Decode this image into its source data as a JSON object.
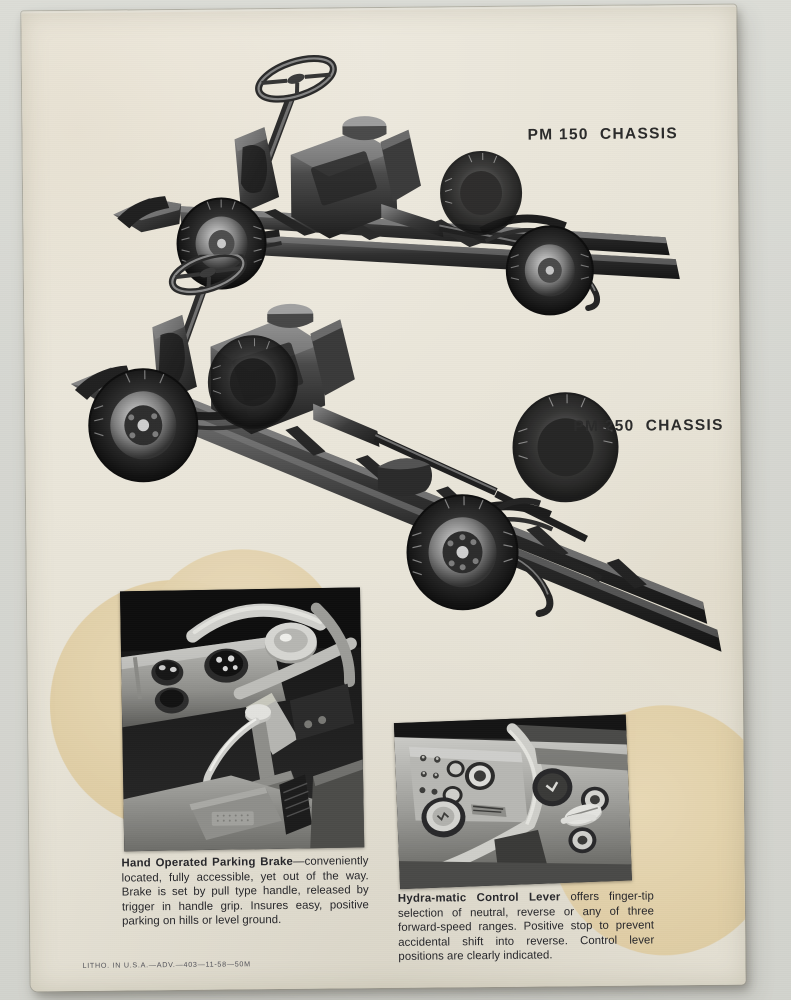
{
  "document": {
    "type": "vintage-truck-brochure-page",
    "background_color": "#d9dad4",
    "paper_color": "#eae6da",
    "accent_blob_color": "#e0cda4",
    "ink_color": "#2b2b2b"
  },
  "headings": {
    "chassis_150": "PM 150  CHASSIS",
    "chassis_250": "PM 250  CHASSIS"
  },
  "figures": {
    "chassis_top": {
      "name": "PM 150 chassis cutaway photograph",
      "caption_label": "PM 150  CHASSIS"
    },
    "chassis_bottom": {
      "name": "PM 250 chassis cutaway photograph",
      "caption_label": "PM 250  CHASSIS"
    },
    "photo_left": {
      "name": "Cab interior showing hand operated parking brake"
    },
    "photo_right": {
      "name": "Instrument panel showing Hydra-matic control lever"
    }
  },
  "captions": {
    "parking_brake": {
      "lead": "Hand Operated Parking Brake",
      "body": "—conveniently located, fully accessible, yet out of the way. Brake is set by pull type handle, released by trigger in handle grip. Insures easy, positive parking on hills or level ground."
    },
    "hydramatic": {
      "lead": "Hydra-matic Control Lever",
      "body": " offers finger-tip selection of neutral, reverse or any of three forward-speed ranges. Positive stop to prevent accidental shift into reverse. Control lever positions are clearly indicated."
    }
  },
  "imprint": {
    "text": "LITHO. IN U.S.A.—ADV.—403—11-58—50M"
  }
}
